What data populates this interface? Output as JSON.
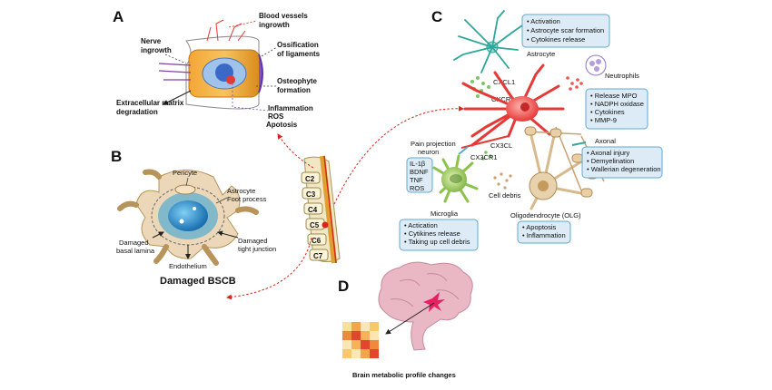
{
  "panels": {
    "a": "A",
    "b": "B",
    "c": "C",
    "d": "D"
  },
  "panel_a": {
    "blood_vessels": [
      "Blood vessels",
      "ingrowth"
    ],
    "nerve": [
      "Nerve",
      "ingrowth"
    ],
    "ossification": [
      "Ossification",
      "of ligaments"
    ],
    "osteophyte": [
      "Osteophyte",
      "formation"
    ],
    "ecm": [
      "Extracellular matrix",
      "degradation"
    ],
    "inflammation": [
      "Inflammation",
      "ROS",
      "Apotosis"
    ]
  },
  "panel_b": {
    "pericyte": "Pericyte",
    "astrocyte_foot": [
      "Astrocyte",
      "Foot process"
    ],
    "basal_lamina": [
      "Damaged",
      "basal lamina"
    ],
    "tight_junction": [
      "Damaged",
      "tight junction"
    ],
    "endothelium": "Endothelium",
    "title": "Damaged BSCB"
  },
  "spine": {
    "levels": [
      "C2",
      "C3",
      "C4",
      "C5",
      "C6",
      "C7"
    ]
  },
  "panel_c": {
    "astrocyte_box": [
      "Activation",
      "Astrocyte scar formation",
      "Cytokines release"
    ],
    "astrocyte_label": "Astrocyte",
    "cxcl1": "CXCL1",
    "cxcr2": "CXCR2",
    "neutrophils_label": "Neutrophils",
    "neutrophils_box": [
      "Release MPO",
      "NADPH oxidase",
      "Cytokines",
      "MMP-9"
    ],
    "pain_neuron": [
      "Pain projection",
      "neuron"
    ],
    "cx3cl": "CX3CL",
    "cx3cr1": "CX3CR1",
    "cytokines_box": [
      "IL-1β",
      "BDNF",
      "TNF",
      "ROS"
    ],
    "axonal_label": "Axonal",
    "axonal_box": [
      "Axonal injury",
      "Demyelination",
      "Wallerian degeneration"
    ],
    "cell_debris": "Cell debris",
    "microglia_label": "Microglia",
    "microglia_box": [
      "Actication",
      "Cytikines release",
      "Taking up cell debris"
    ],
    "olg_label": "Oligodendrocyte (OLG)",
    "olg_box": [
      "Apoptosis",
      "Inflammation"
    ]
  },
  "panel_d": {
    "caption": "Brain metabolic profile changes"
  },
  "colors": {
    "arrow_red": "#d9261c",
    "box_fill": "#dcebf5",
    "box_stroke": "#5ea8d2",
    "neuron_red": "#e53935",
    "astrocyte_teal": "#2fa69a",
    "microglia_green": "#8bc34a",
    "olg_tan": "#d9b98c",
    "brain_pink": "#e9b8c4"
  }
}
